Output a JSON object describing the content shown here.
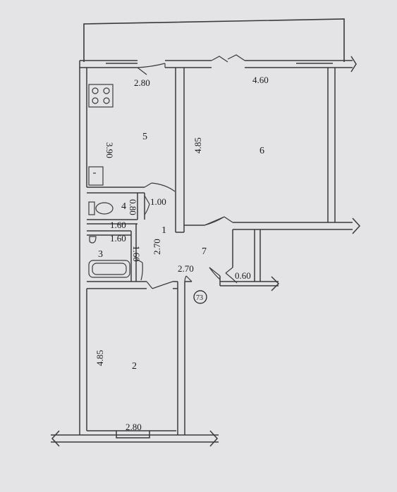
{
  "plan": {
    "rooms": [
      {
        "id": "5",
        "label": "5"
      },
      {
        "id": "6",
        "label": "6"
      },
      {
        "id": "4",
        "label": "4"
      },
      {
        "id": "3",
        "label": "3"
      },
      {
        "id": "1",
        "label": "1"
      },
      {
        "id": "7",
        "label": "7"
      },
      {
        "id": "2",
        "label": "2"
      }
    ],
    "dimensions": {
      "kitchen_width": "2.80",
      "kitchen_length": "3.90",
      "room6_width": "4.60",
      "room6_length": "4.85",
      "toilet_width": "1.00",
      "toilet_length": "0.80",
      "toilet_side": "1.60",
      "bath_width": "1.60",
      "bath_length": "1.60",
      "corridor1_length": "2.70",
      "hall_width": "2.70",
      "closet_width": "0.60",
      "room2_length": "4.85",
      "room2_width": "2.80"
    },
    "unit_number": "73"
  },
  "colors": {
    "paper": "#e4e4e6",
    "wall": "#3a3a3c",
    "ink": "#1a1a1a"
  }
}
